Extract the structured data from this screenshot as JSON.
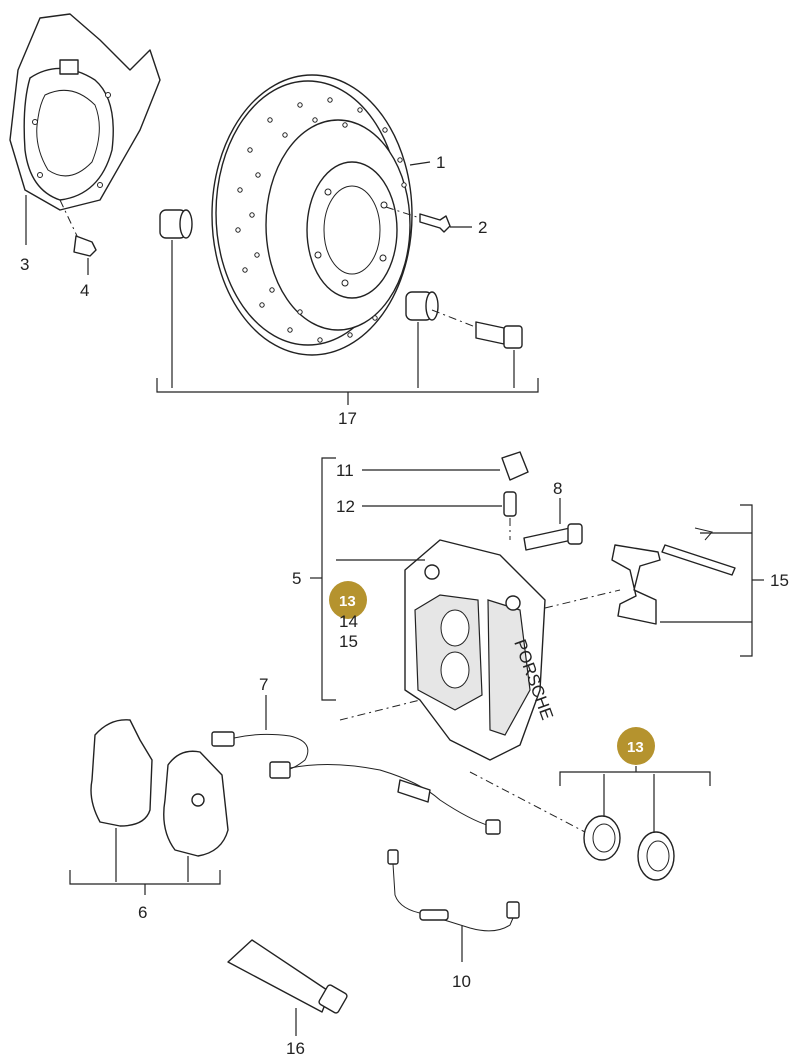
{
  "labels": {
    "p1": "1",
    "p2": "2",
    "p3": "3",
    "p4": "4",
    "p5": "5",
    "p6": "6",
    "p7": "7",
    "p8": "8",
    "p10": "10",
    "p11": "11",
    "p12": "12",
    "p14": "14",
    "p15a": "15",
    "p15b": "15",
    "p16": "16",
    "p17": "17"
  },
  "badges": {
    "b13a": "13",
    "b13b": "13"
  },
  "caliper_brand": "PORSCHE",
  "colors": {
    "badge": "#b5932e",
    "line": "#222222"
  }
}
